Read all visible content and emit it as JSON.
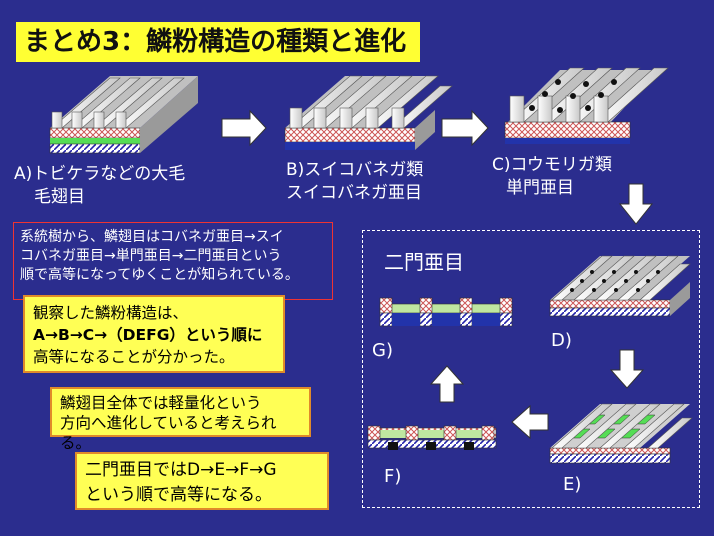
{
  "title": "まとめ3：鱗粉構造の種類と進化",
  "labels": {
    "a_line1": "A)トビケラなどの大毛",
    "a_line2": "毛翅目",
    "b_line1": "B)スイコバネガ類",
    "b_line2": "スイコバネガ亜目",
    "c_line1": "C)コウモリガ類",
    "c_line2": "単門亜目",
    "d": "D)",
    "e": "E)",
    "f": "F)",
    "g": "G)",
    "group": "二門亜目"
  },
  "notes": {
    "phylogeny_1": "系統樹から、鱗翅目はコバネガ亜目→スイ",
    "phylogeny_2": "コバネガ亜目→単門亜目→二門亜目という",
    "phylogeny_3": "順で高等になってゆくことが知られている。",
    "obs_1": "観察した鱗粉構造は、",
    "obs_2": "A→B→C→（DEFG）という順に",
    "obs_3": "高等になることが分かった。",
    "trend_1": "鱗翅目全体では軽量化という",
    "trend_2": "方向へ進化していると考えられる。",
    "ditrysia_1": "二門亜目ではD→E→F→G",
    "ditrysia_2": "という順で高等になる。"
  },
  "colors": {
    "background": "#2b2d8e",
    "title_bg": "#ffff33",
    "note_bg": "#ffff55",
    "note_border": "#e08a2a",
    "red_border": "#ee3333",
    "green": "#55dd55",
    "cross_hatch": "#d06060"
  }
}
